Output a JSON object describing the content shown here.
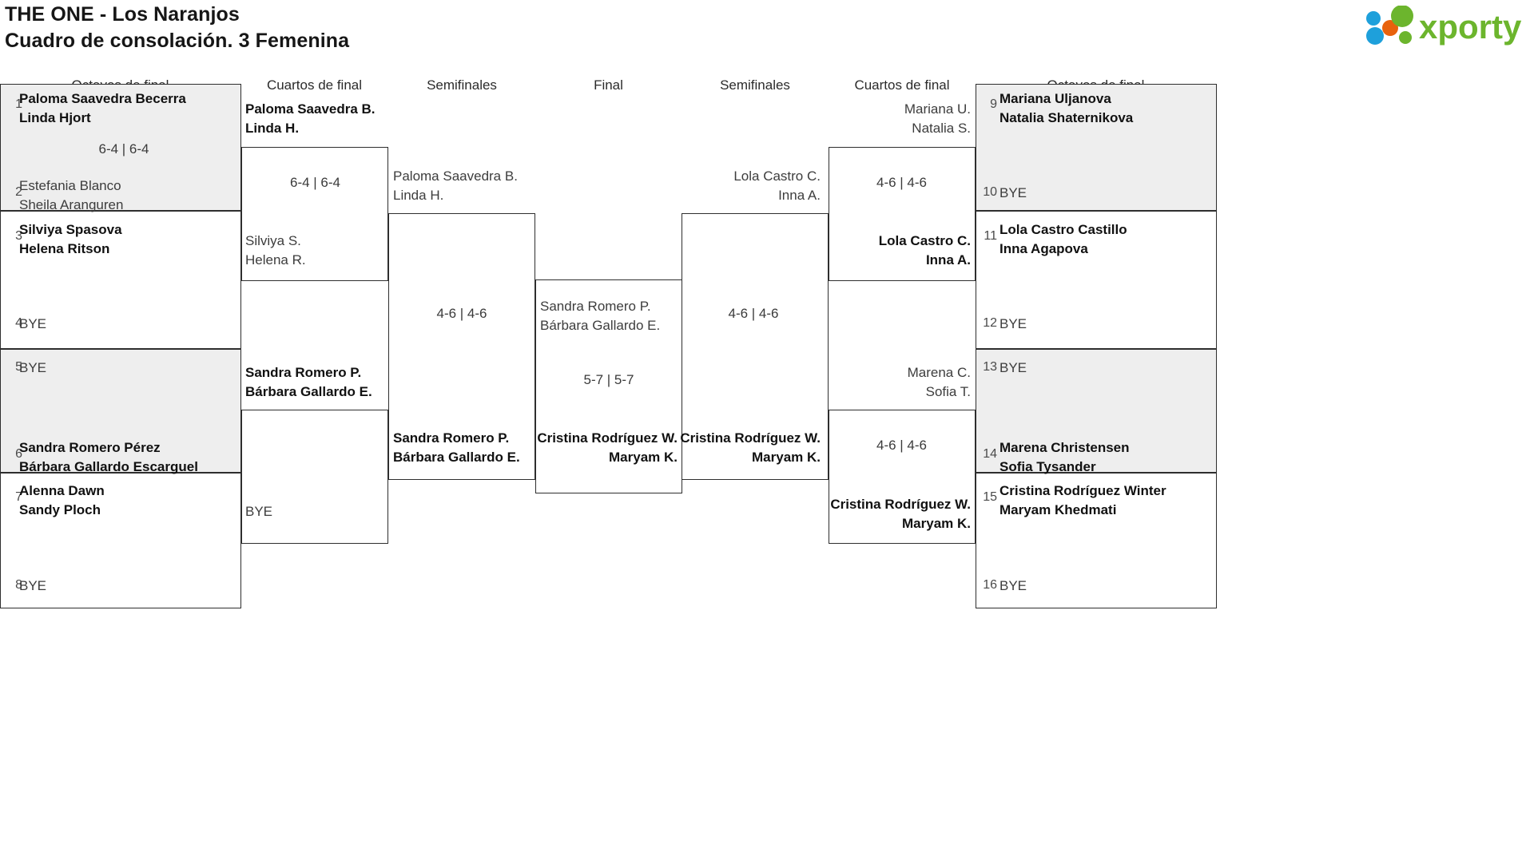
{
  "header": {
    "title_line1": "THE ONE - Los Naranjos",
    "title_line2": "Cuadro de consolación. 3 Femenina",
    "logo_text": "xporty",
    "logo_colors": {
      "green": "#6cb52d",
      "blue": "#1ea0db",
      "orange": "#e8620c"
    }
  },
  "round_headers": [
    {
      "label": "Octavos de final"
    },
    {
      "label": "Cuartos de final"
    },
    {
      "label": "Semifinales"
    },
    {
      "label": "Final"
    },
    {
      "label": "Semifinales"
    },
    {
      "label": "Cuartos de final"
    },
    {
      "label": "Octavos de final"
    }
  ],
  "left": {
    "r16": [
      {
        "seed": "1",
        "line1": "Paloma Saavedra Becerra",
        "line2": "Linda Hjort",
        "status": "win"
      },
      {
        "seed": "2",
        "line1": "Estefania Blanco",
        "line2": "Sheila Aranguren",
        "status": "lose"
      },
      {
        "seed": "3",
        "line1": "Silviya Spasova",
        "line2": "Helena Ritson",
        "status": "win"
      },
      {
        "seed": "4",
        "line1": "BYE",
        "line2": "",
        "status": "bye"
      },
      {
        "seed": "5",
        "line1": "BYE",
        "line2": "",
        "status": "bye"
      },
      {
        "seed": "6",
        "line1": "Sandra Romero Pérez",
        "line2": "Bárbara Gallardo Escarguel",
        "status": "win"
      },
      {
        "seed": "7",
        "line1": "Alenna Dawn",
        "line2": "Sandy Ploch",
        "status": "win"
      },
      {
        "seed": "8",
        "line1": "BYE",
        "line2": "",
        "status": "bye"
      }
    ],
    "r16_scores": [
      {
        "text": "6-4 | 6-4"
      }
    ],
    "qf": [
      {
        "line1": "Paloma Saavedra B.",
        "line2": "Linda H.",
        "status": "win"
      },
      {
        "line1": "Silviya S.",
        "line2": "Helena R.",
        "status": "lose"
      },
      {
        "line1": "Sandra Romero P.",
        "line2": "Bárbara Gallardo E.",
        "status": "win"
      },
      {
        "line1": "BYE",
        "line2": "",
        "status": "bye"
      }
    ],
    "qf_scores": [
      {
        "text": "6-4 | 6-4"
      }
    ],
    "sf": [
      {
        "line1": "Paloma Saavedra B.",
        "line2": "Linda H.",
        "status": "lose"
      },
      {
        "line1": "Sandra Romero P.",
        "line2": "Bárbara Gallardo E.",
        "status": "win"
      }
    ],
    "sf_scores": [
      {
        "text": "4-6 | 4-6"
      }
    ]
  },
  "final": {
    "top": {
      "line1": "Sandra Romero P.",
      "line2": "Bárbara Gallardo E.",
      "status": "lose"
    },
    "bottom": {
      "line1": "Cristina Rodríguez W.",
      "line2": "Maryam K.",
      "status": "win"
    },
    "score": {
      "text": "5-7 | 5-7"
    }
  },
  "right": {
    "r16": [
      {
        "seed": "9",
        "line1": "Mariana Uljanova",
        "line2": "Natalia Shaternikova",
        "status": "win"
      },
      {
        "seed": "10",
        "line1": "BYE",
        "line2": "",
        "status": "bye"
      },
      {
        "seed": "11",
        "line1": "Lola Castro Castillo",
        "line2": "Inna Agapova",
        "status": "win"
      },
      {
        "seed": "12",
        "line1": "BYE",
        "line2": "",
        "status": "bye"
      },
      {
        "seed": "13",
        "line1": "BYE",
        "line2": "",
        "status": "bye"
      },
      {
        "seed": "14",
        "line1": "Marena Christensen",
        "line2": "Sofia Tysander",
        "status": "win"
      },
      {
        "seed": "15",
        "line1": "Cristina Rodríguez Winter",
        "line2": "Maryam Khedmati",
        "status": "win"
      },
      {
        "seed": "16",
        "line1": "BYE",
        "line2": "",
        "status": "bye"
      }
    ],
    "qf": [
      {
        "line1": "Mariana U.",
        "line2": "Natalia S.",
        "status": "lose"
      },
      {
        "line1": "Lola Castro C.",
        "line2": "Inna A.",
        "status": "win"
      },
      {
        "line1": "Marena C.",
        "line2": "Sofia T.",
        "status": "lose"
      },
      {
        "line1": "Cristina Rodríguez W.",
        "line2": "Maryam K.",
        "status": "win"
      }
    ],
    "qf_scores": [
      {
        "text": "4-6 | 4-6"
      },
      {
        "text": "4-6 | 4-6"
      }
    ],
    "sf": [
      {
        "line1": "Lola Castro C.",
        "line2": "Inna A.",
        "status": "lose"
      },
      {
        "line1": "Cristina Rodríguez W.",
        "line2": "Maryam K.",
        "status": "win"
      }
    ],
    "sf_scores": [
      {
        "text": "4-6 | 4-6"
      }
    ]
  }
}
